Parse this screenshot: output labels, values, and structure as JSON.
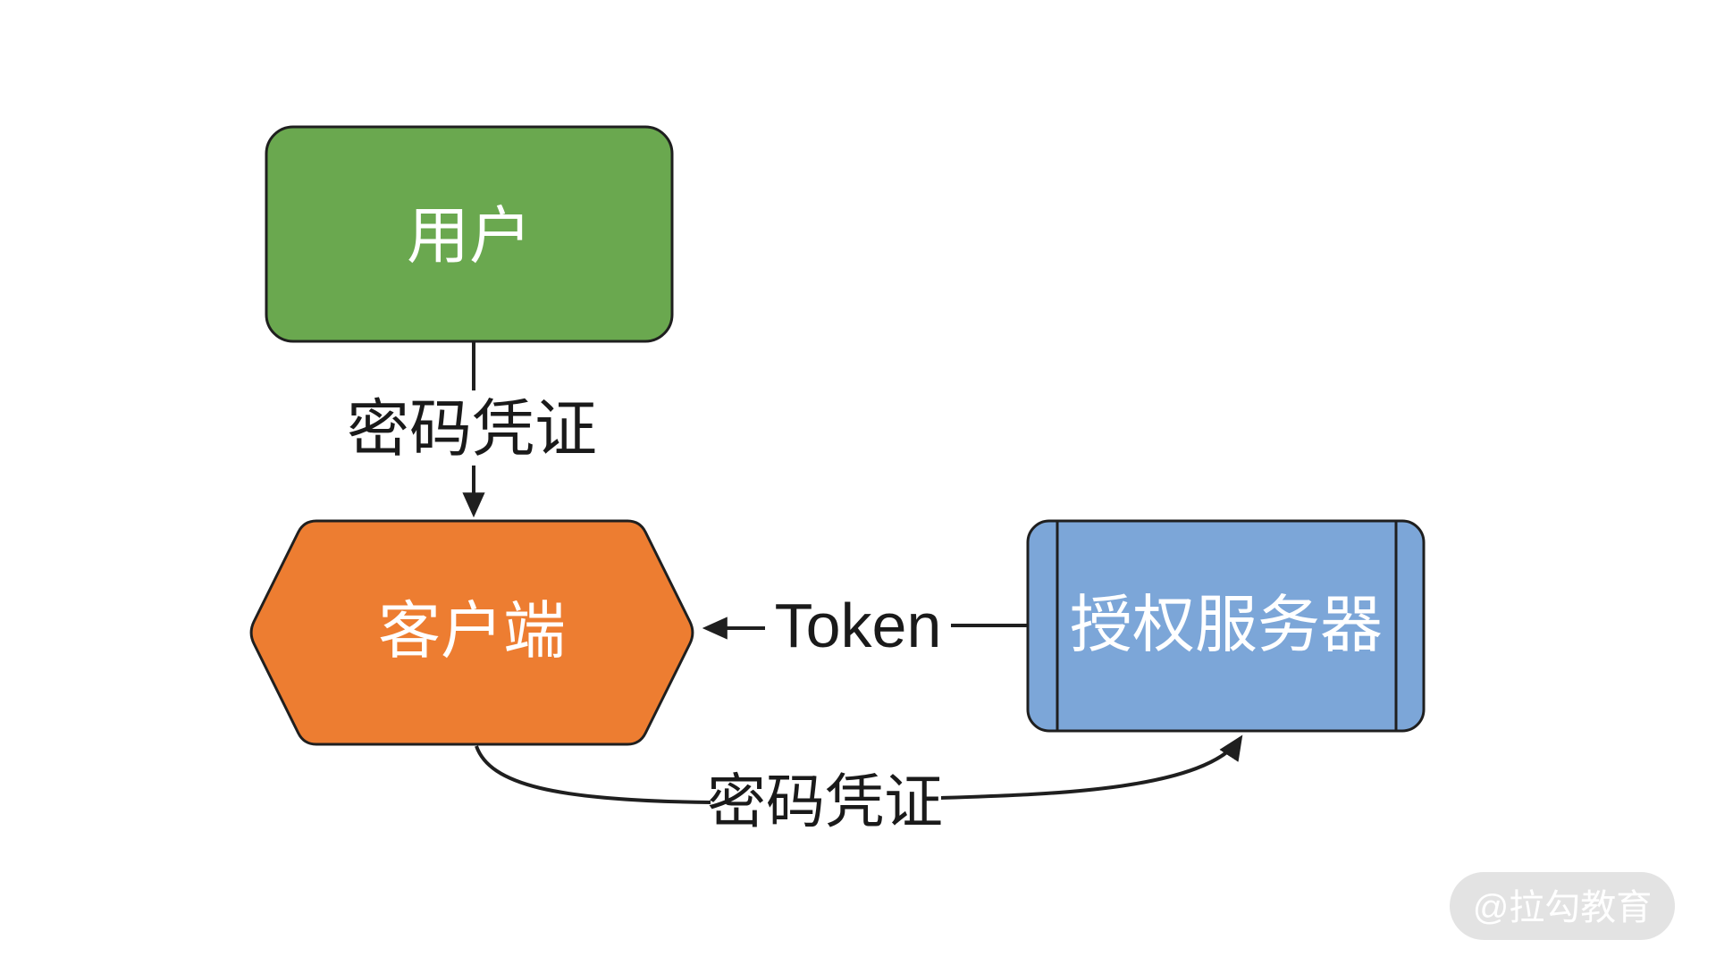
{
  "diagram": {
    "background": "#ffffff",
    "line_color": "#1f1f1f",
    "nodes": {
      "user": {
        "label": "用户",
        "shape": "rounded-rectangle",
        "fill": "#6AA84F",
        "text_color": "#ffffff"
      },
      "client": {
        "label": "客户端",
        "shape": "hexagon",
        "fill": "#ED7D31",
        "text_color": "#ffffff"
      },
      "auth_server": {
        "label": "授权服务器",
        "shape": "predefined-process",
        "fill": "#7CA6D8",
        "text_color": "#ffffff"
      }
    },
    "edges": {
      "user_to_client": {
        "label": "密码凭证",
        "from": "user",
        "to": "client"
      },
      "server_to_client": {
        "label": "Token",
        "from": "auth_server",
        "to": "client"
      },
      "client_to_server": {
        "label": "密码凭证",
        "from": "client",
        "to": "auth_server"
      }
    }
  },
  "watermark": {
    "label": "@拉勾教育",
    "pill_fill": "#E3E3E3",
    "text_color": "#ffffff"
  }
}
